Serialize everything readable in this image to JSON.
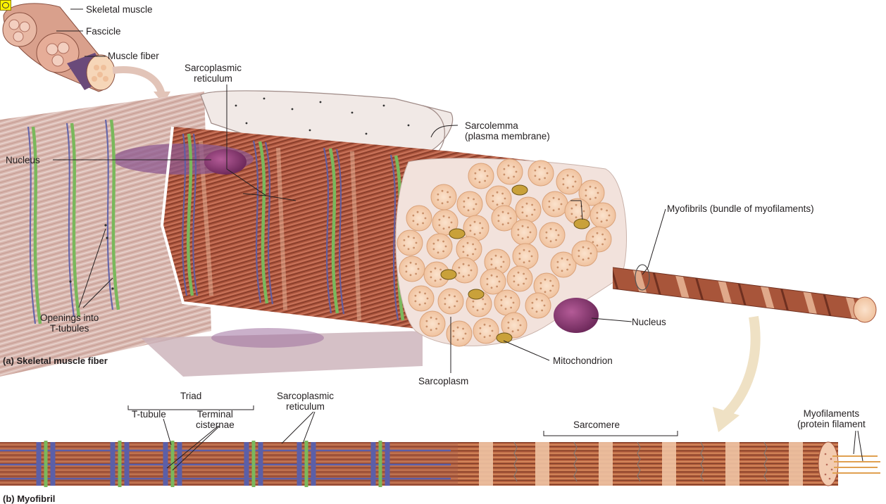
{
  "labels": {
    "skeletal_muscle": "Skeletal muscle",
    "fascicle": "Fascicle",
    "muscle_fiber": "Muscle fiber",
    "sarcoplasmic_reticulum_a": "Sarcoplasmic\nreticulum",
    "sarcolemma": "Sarcolemma\n(plasma membrane)",
    "nucleus_left": "Nucleus",
    "myofibrils": "Myofibrils (bundle of myofilaments)",
    "openings_t_tubules": "Openings into\nT-tubules",
    "nucleus_right": "Nucleus",
    "mitochondrion": "Mitochondrion",
    "sarcoplasm": "Sarcoplasm",
    "triad": "Triad",
    "t_tubule": "T-tubule",
    "terminal_cisternae": "Terminal\ncisternae",
    "sarcoplasmic_reticulum_b": "Sarcoplasmic\nreticulum",
    "sarcomere": "Sarcomere",
    "myofilaments": "Myofilaments\n(protein filament"
  },
  "captions": {
    "a": "(a) Skeletal muscle fiber",
    "b": "(b) Myofibril"
  },
  "colors": {
    "muscle": "#9b4a36",
    "green_tubule": "#7ab85c",
    "blue_reticulum": "#5b5fa8",
    "membrane": "#f3ece8",
    "myofibril_end": "#f4c9a8",
    "nucleus": "#8e3a74",
    "highlight": "#fff200"
  }
}
